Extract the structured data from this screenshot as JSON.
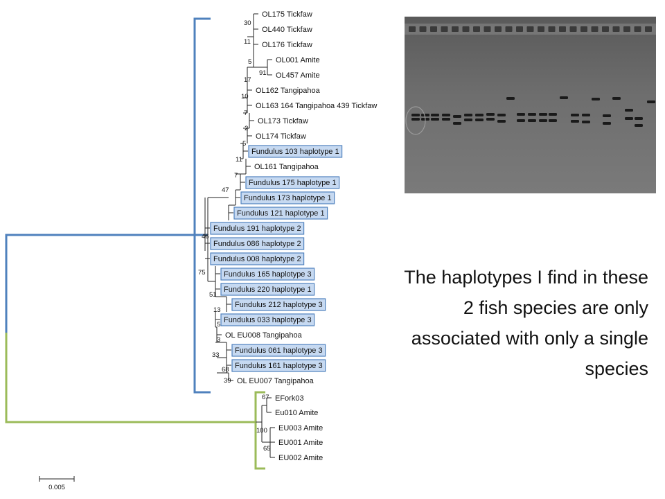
{
  "tree": {
    "leaves": [
      {
        "label": "OL175 Tickfaw",
        "highlight": false
      },
      {
        "label": "OL440 Tickfaw",
        "highlight": false
      },
      {
        "label": "OL176 Tickfaw",
        "highlight": false
      },
      {
        "label": "OL001 Amite",
        "highlight": false
      },
      {
        "label": "OL457 Amite",
        "highlight": false
      },
      {
        "label": "OL162 Tangipahoa",
        "highlight": false
      },
      {
        "label": "OL163 164 Tangipahoa 439 Tickfaw",
        "highlight": false
      },
      {
        "label": "OL173 Tickfaw",
        "highlight": false
      },
      {
        "label": "OL174 Tickfaw",
        "highlight": false
      },
      {
        "label": "Fundulus 103 haplotype 1",
        "highlight": true
      },
      {
        "label": "OL161 Tangipahoa",
        "highlight": false
      },
      {
        "label": "Fundulus 175 haplotype 1",
        "highlight": true
      },
      {
        "label": "Fundulus 173 haplotype 1",
        "highlight": true
      },
      {
        "label": "Fundulus 121 haplotype 1",
        "highlight": true
      },
      {
        "label": "Fundulus 191 haplotype 2",
        "highlight": true
      },
      {
        "label": "Fundulus 086 haplotype 2",
        "highlight": true
      },
      {
        "label": "Fundulus 008 haplotype 2",
        "highlight": true
      },
      {
        "label": "Fundulus 165 haplotype 3",
        "highlight": true
      },
      {
        "label": "Fundulus 220 haplotype 1",
        "highlight": true
      },
      {
        "label": "Fundulus 212 haplotype 3",
        "highlight": true
      },
      {
        "label": "Fundulus 033 haplotype 3",
        "highlight": true
      },
      {
        "label": "OL EU008 Tangipahoa",
        "highlight": false
      },
      {
        "label": "Fundulus 061 haplotype 3",
        "highlight": true
      },
      {
        "label": "Fundulus 161 haplotype 3",
        "highlight": true
      },
      {
        "label": "OL EU007 Tangipahoa",
        "highlight": false
      },
      {
        "label": "EFork03",
        "highlight": false
      },
      {
        "label": "Eu010 Amite",
        "highlight": false
      },
      {
        "label": "EU003 Amite",
        "highlight": false
      },
      {
        "label": "EU001 Amite",
        "highlight": false
      },
      {
        "label": "EU002 Amite",
        "highlight": false
      }
    ],
    "support_values": [
      "30",
      "11",
      "5",
      "91",
      "17",
      "10",
      "7",
      "2",
      "5",
      "11",
      "7",
      "47",
      "46",
      "75",
      "51",
      "13",
      "5",
      "3",
      "33",
      "68",
      "39",
      "67",
      "100",
      "65"
    ],
    "scale_label": "0.005",
    "bracket_colors": {
      "upper_clade": "#4f81bd",
      "lower_clade": "#9bbb59"
    },
    "highlight_color": "#c6d9f1"
  },
  "caption": "The haplotypes I find in these 2 fish species are only associated with only a single species"
}
